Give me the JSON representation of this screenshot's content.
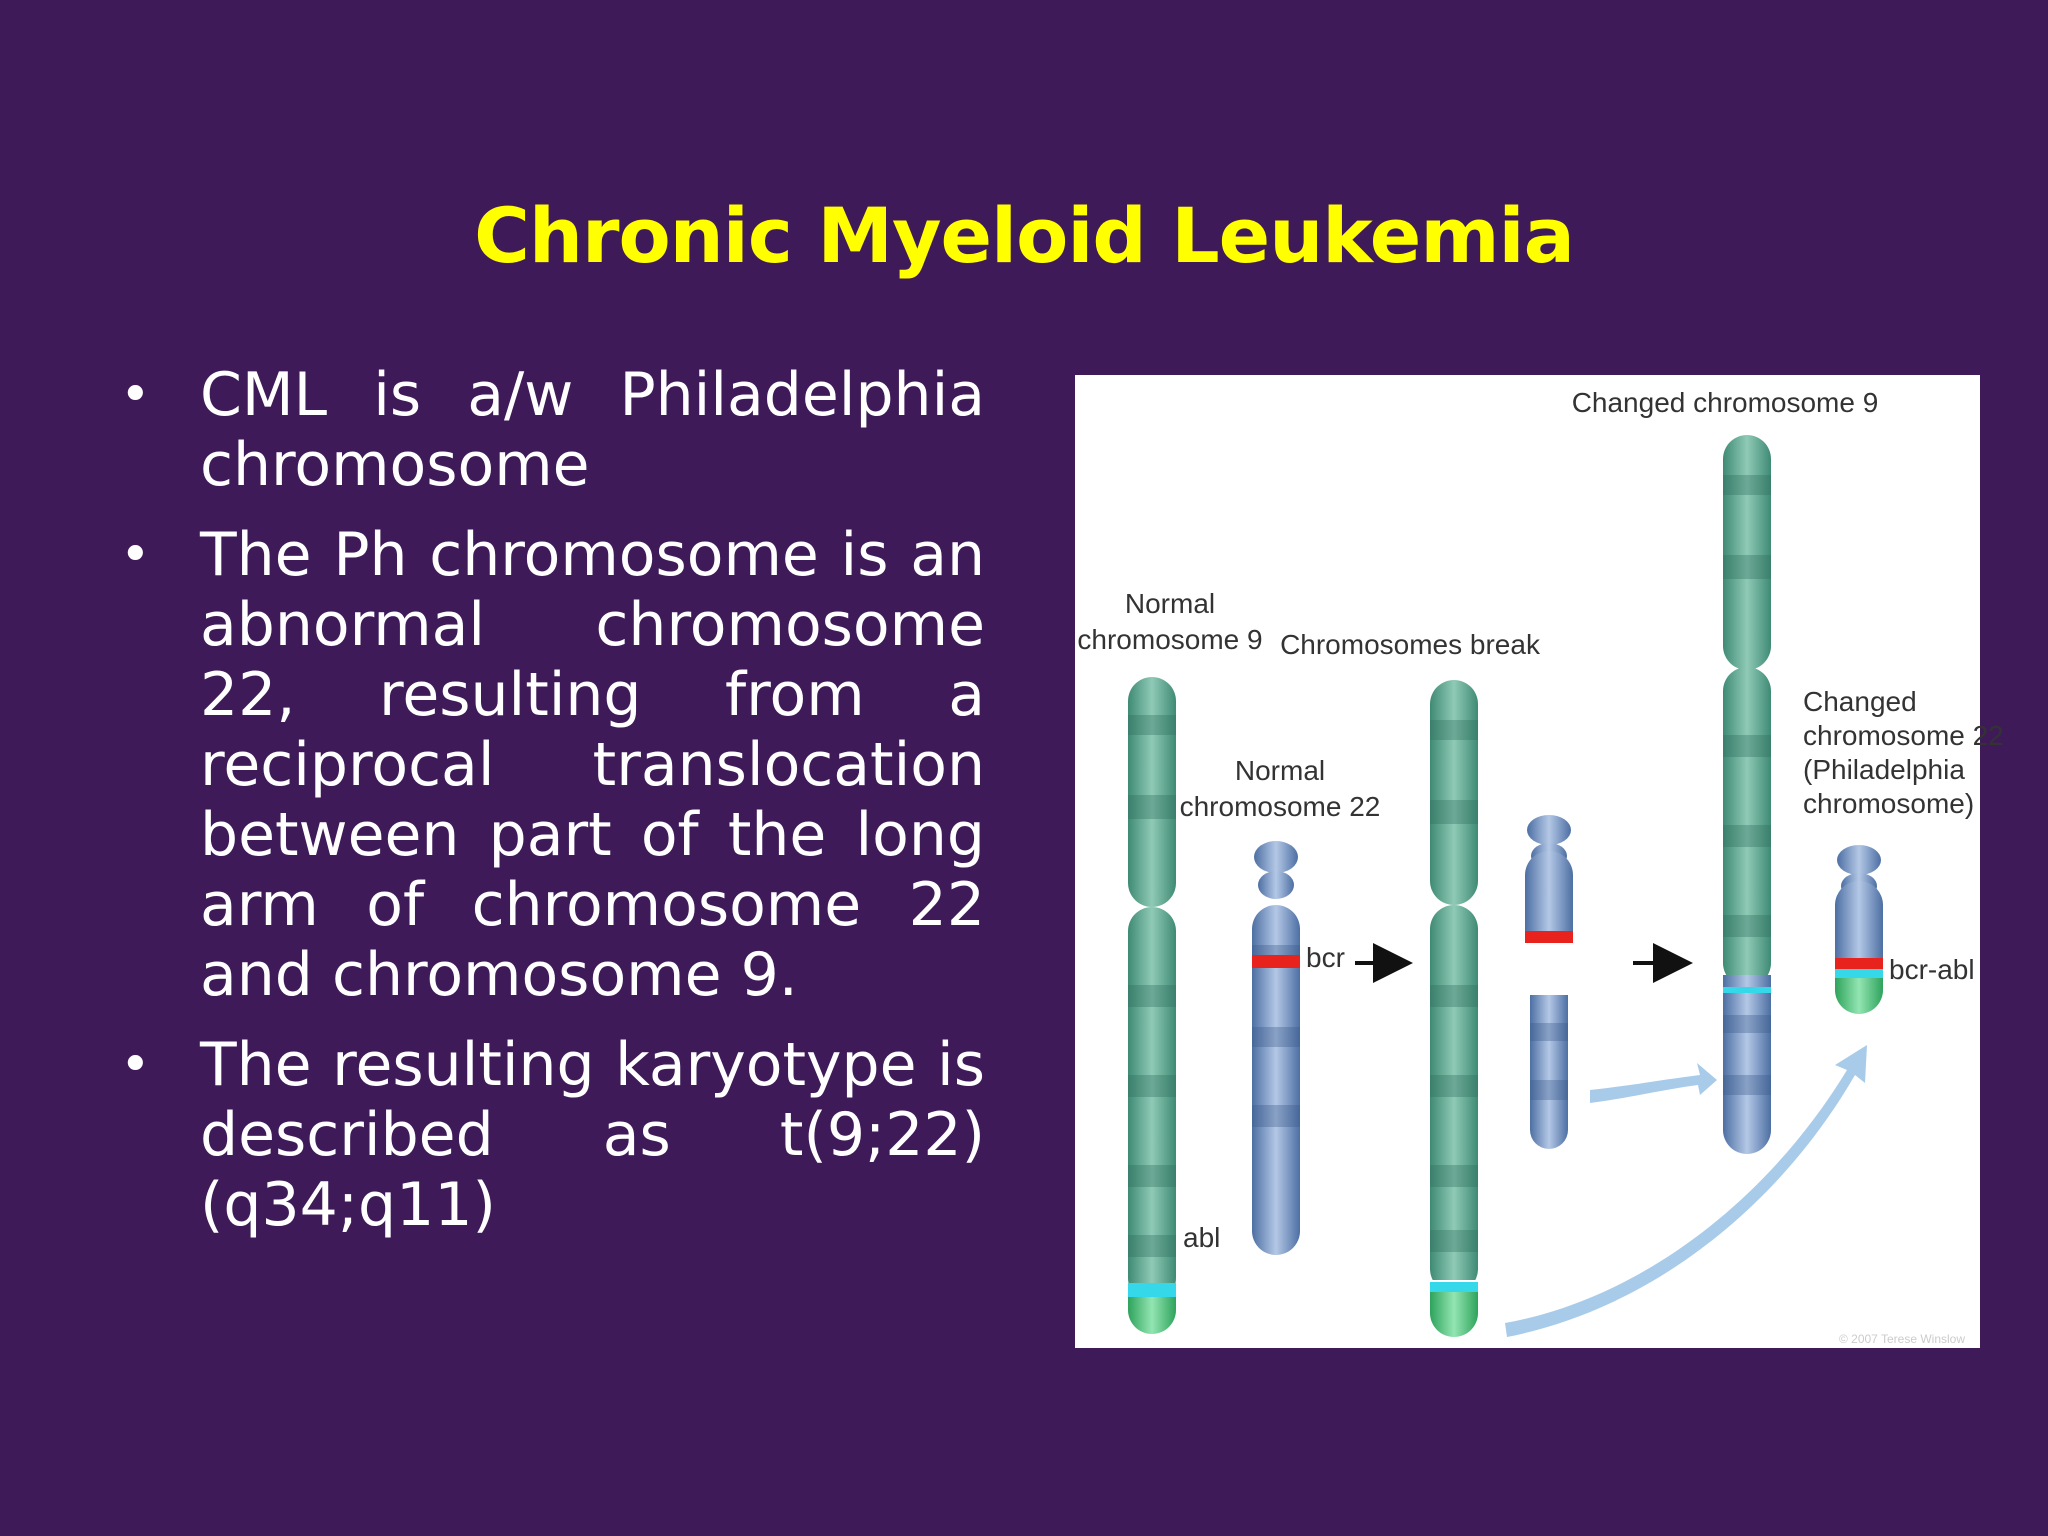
{
  "slide": {
    "title": "Chronic Myeloid Leukemia",
    "bullets": [
      "CML is a/w Philadelphia chromosome",
      "The Ph chromosome is an abnormal chromosome 22, resulting from a reciprocal translocation between part of the long arm of chromosome 22 and chromosome 9.",
      "The resulting karyotype is described as t(9;22)(q34;q11)"
    ]
  },
  "figure": {
    "labels": {
      "changed_9": "Changed chromosome 9",
      "normal_9_line1": "Normal",
      "normal_9_line2": "chromosome 9",
      "normal_22_line1": "Normal",
      "normal_22_line2": "chromosome 22",
      "chromosomes_break": "Chromosomes break",
      "changed_22_line1": "Changed",
      "changed_22_line2": "chromosome 22",
      "changed_22_line3": "(Philadelphia",
      "changed_22_line4": "chromosome)",
      "bcr": "bcr",
      "abl": "abl",
      "bcr_abl": "bcr-abl",
      "credit": "© 2007 Terese Winslow"
    },
    "colors": {
      "chromosome_9": "#5fa590",
      "chromosome_22": "#6f8fbf",
      "abl_band": "#35d8e8",
      "bcr_band": "#e8231e",
      "abl_tip": "#4cc27a",
      "arrow_light": "#a8cbea"
    }
  }
}
